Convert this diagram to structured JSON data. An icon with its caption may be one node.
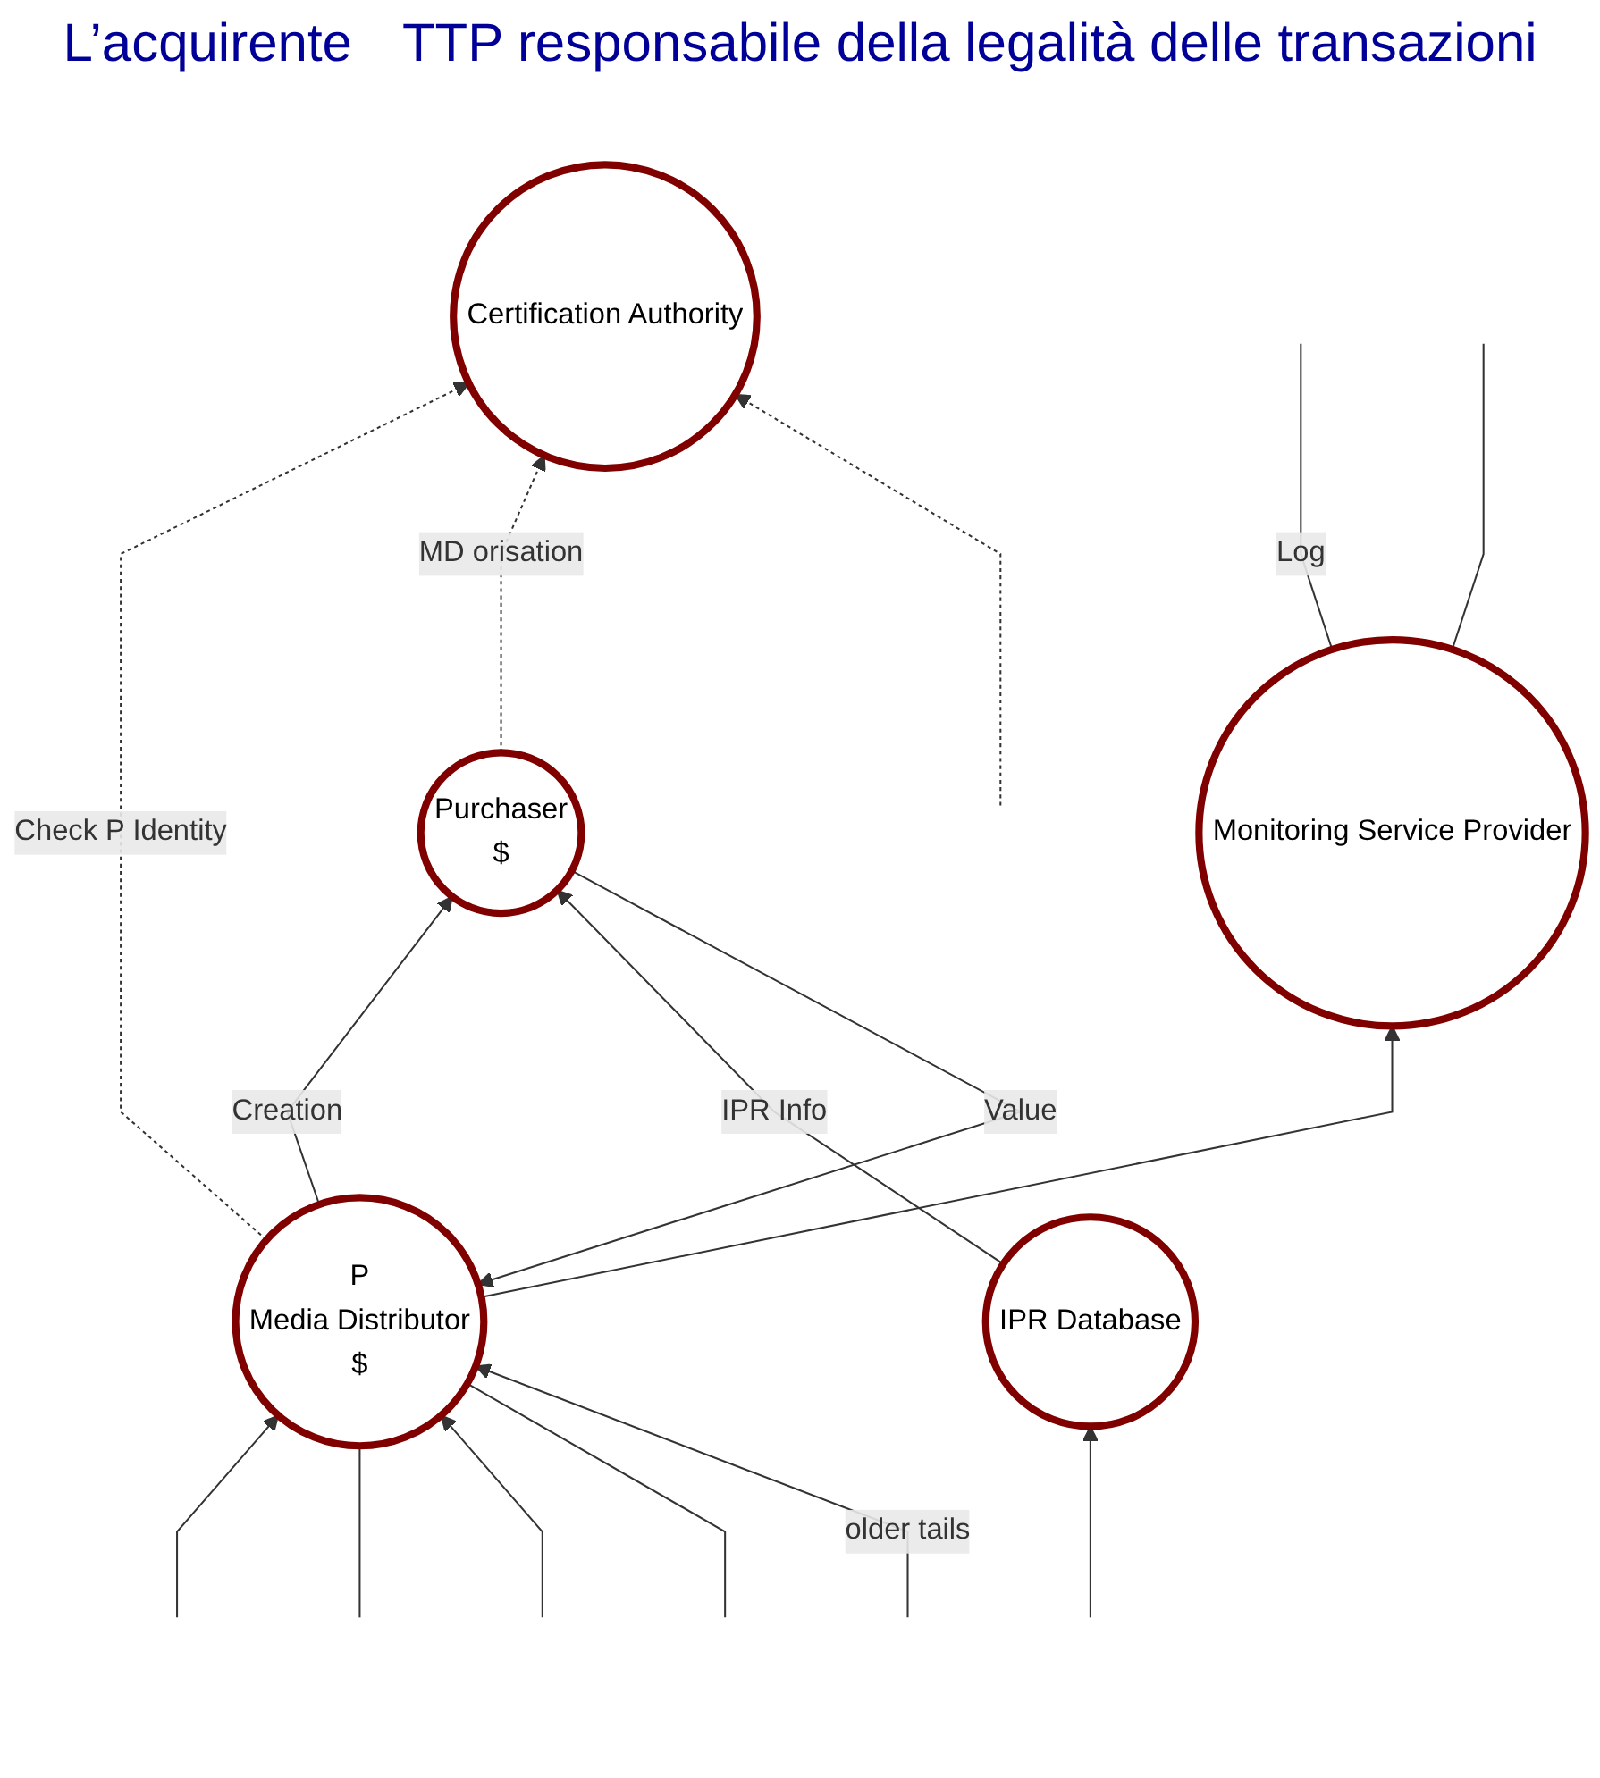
{
  "diagram": {
    "nodes": [
      {
        "text": [
          "Certification Authority"
        ]
      },
      {
        "text": [
          "P",
          "Media Distributor",
          "$"
        ]
      },
      {
        "text": [
          "Purchaser",
          "$"
        ]
      },
      {
        "text": [
          "IPR Database"
        ]
      },
      {
        "text": [
          "Monitoring Service Provider"
        ]
      }
    ],
    "edges": [
      {
        "from": 1,
        "to": 0,
        "arrow": "to",
        "style": "dashed",
        "label": "Check P Identity"
      },
      {
        "from": 2,
        "to": 0,
        "arrow": "to",
        "style": "dashed",
        "label": "MD orisation"
      },
      {
        "from": null,
        "to": 0,
        "arrow": "to",
        "style": "dashed"
      },
      {
        "from": 1,
        "to": 2,
        "arrow": "to",
        "label": "Creation"
      },
      {
        "from": 2,
        "to": 1,
        "arrow": "to",
        "label": "Value"
      },
      {
        "from": null,
        "to": 1,
        "arrow": "to"
      },
      {
        "from": null,
        "to": 1,
        "arrow": "none"
      },
      {
        "from": null,
        "to": 1,
        "arrow": "to"
      },
      {
        "from": null,
        "to": 1,
        "arrow": "none"
      },
      {
        "from": null,
        "to": 1,
        "arrow": "to",
        "label": "older tails"
      },
      {
        "from": 1,
        "to": 4,
        "arrow": "to"
      },
      {
        "from": 3,
        "to": 2,
        "arrow": "to",
        "label": "IPR Info"
      },
      {
        "from": null,
        "to": 3,
        "arrow": "to"
      },
      {
        "from": 4,
        "to": null,
        "arrow": "none",
        "label": "Log"
      },
      {
        "from": 4,
        "to": null,
        "arrow": "none"
      }
    ],
    "labels": [
      "L’acquirente",
      "TTP responsabile della legalità delle transazioni"
    ]
  }
}
